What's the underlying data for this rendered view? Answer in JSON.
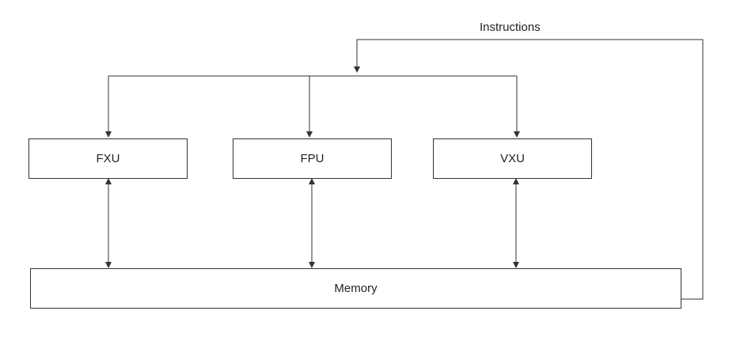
{
  "diagram": {
    "units": [
      {
        "id": "fxu",
        "label": "FXU"
      },
      {
        "id": "fpu",
        "label": "FPU"
      },
      {
        "id": "vxu",
        "label": "VXU"
      }
    ],
    "memory": {
      "label": "Memory"
    },
    "feedback": {
      "label": "Instructions"
    },
    "colors": {
      "stroke": "#333333",
      "background": "#ffffff"
    }
  }
}
